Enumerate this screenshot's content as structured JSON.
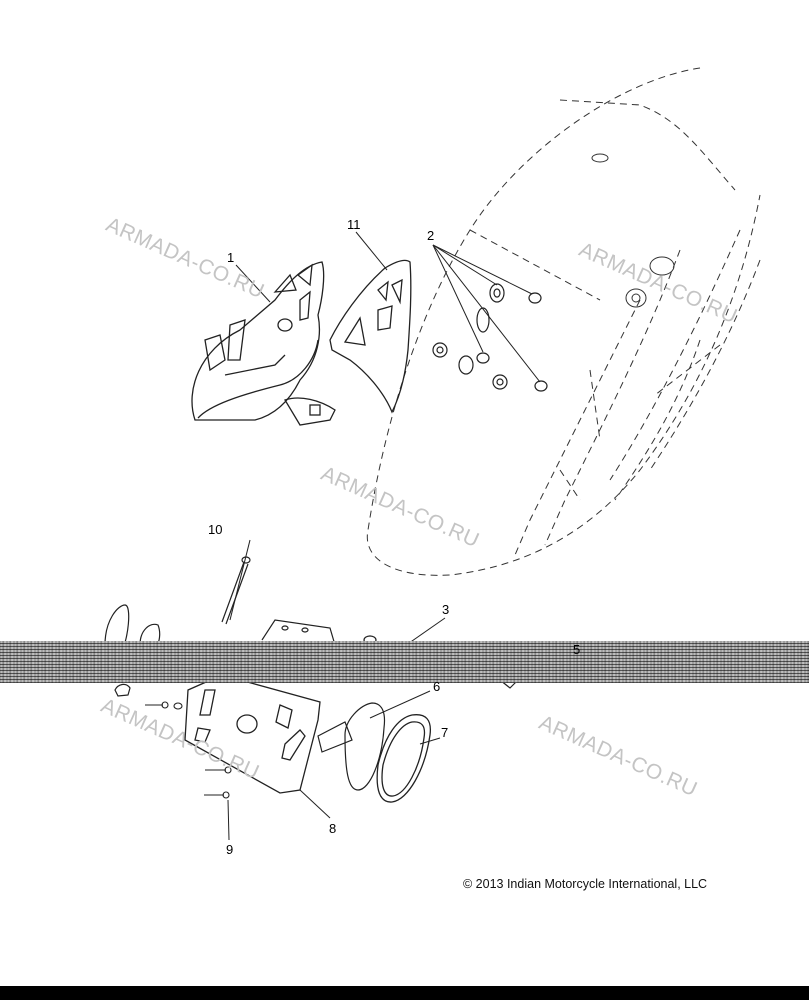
{
  "callouts": {
    "c1": "1",
    "c2": "2",
    "c3": "3",
    "c5": "5",
    "c6": "6",
    "c7": "7",
    "c8": "8",
    "c9": "9",
    "c10": "10",
    "c11": "11"
  },
  "watermark": "ARMADA-CO.RU",
  "copyright": "© 2013 Indian Motorcycle International, LLC"
}
